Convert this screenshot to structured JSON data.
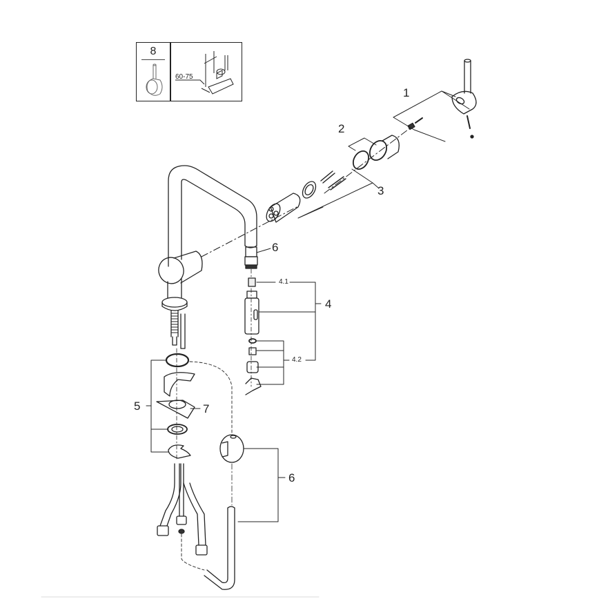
{
  "diagram": {
    "type": "exploded-parts-diagram",
    "subject": "single-lever kitchen faucet with pull-out spray",
    "inset": {
      "part_number": "8",
      "dimension_label": "60-75"
    },
    "callouts": [
      {
        "id": "1",
        "label": "1",
        "part": "lever handle with grub screw"
      },
      {
        "id": "2",
        "label": "2",
        "part": "handle sleeve and O-ring"
      },
      {
        "id": "3",
        "label": "3",
        "part": "cartridge, retaining nut and screws"
      },
      {
        "id": "4",
        "label": "4",
        "part": "pull-out spray head assembly"
      },
      {
        "id": "4.1",
        "label": "4.1",
        "part": "spray outlet insert"
      },
      {
        "id": "4.2",
        "label": "4.2",
        "part": "seal, adapter, nut and clip set"
      },
      {
        "id": "5",
        "label": "5",
        "part": "mounting set"
      },
      {
        "id": "6a",
        "label": "6",
        "part": "spout hose connector"
      },
      {
        "id": "6b",
        "label": "6",
        "part": "hose weight and pull-out hose"
      },
      {
        "id": "7",
        "label": "7",
        "part": "mounting bracket"
      }
    ]
  }
}
